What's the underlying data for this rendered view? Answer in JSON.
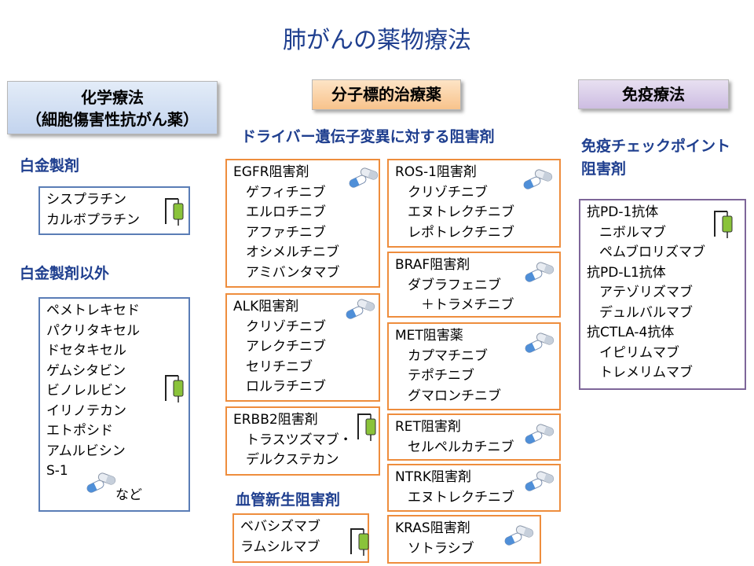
{
  "title": "肺がんの薬物療法",
  "chemo": {
    "header_lines": [
      "化学療法",
      "（細胞傷害性抗がん薬）"
    ],
    "platinum": {
      "label": "白金製剤",
      "drugs": [
        "シスプラチン",
        "カルボプラチン"
      ]
    },
    "non_platinum": {
      "label": "白金製剤以外",
      "drugs": [
        "ペメトレキセド",
        "パクリタキセル",
        "ドセタキセル",
        "ゲムシタビン",
        "ビノレルビン",
        "イリノテカン",
        "エトポシド",
        "アムルビシン",
        "S-1"
      ],
      "note": "など"
    }
  },
  "targeted": {
    "header": "分子標的治療薬",
    "subtitle": "ドライバー遺伝子変異に対する阻害剤",
    "egfr": {
      "title": "EGFR阻害剤",
      "drugs": [
        "ゲフィチニブ",
        "エルロチニブ",
        "アファチニブ",
        "オシメルチニブ",
        "アミバンタマブ"
      ]
    },
    "alk": {
      "title": "ALK阻害剤",
      "drugs": [
        "クリゾチニブ",
        "アレクチニブ",
        "セリチニブ",
        "ロルラチニブ"
      ]
    },
    "erbb2": {
      "title": "ERBB2阻害剤",
      "drugs": [
        "トラスツズマブ・",
        "デルクステカン"
      ]
    },
    "ros1": {
      "title": "ROS-1阻害剤",
      "drugs": [
        "クリゾチニブ",
        "エヌトレクチニブ",
        "レポトレクチニブ"
      ]
    },
    "braf": {
      "title": "BRAF阻害剤",
      "drugs": [
        "ダブラフェニブ",
        "　＋トラメチニブ"
      ]
    },
    "met": {
      "title": "MET阻害薬",
      "drugs": [
        "カプマチニブ",
        "テポチニブ",
        "グマロンチニブ"
      ]
    },
    "ret": {
      "title": "RET阻害剤",
      "drugs": [
        "セルペルカチニブ"
      ]
    },
    "ntrk": {
      "title": "NTRK阻害剤",
      "drugs": [
        "エヌトレクチニブ"
      ]
    },
    "kras": {
      "title": "KRAS阻害剤",
      "drugs": [
        "ソトラシブ"
      ]
    },
    "angio": {
      "label": "血管新生阻害剤",
      "drugs": [
        "ベバシズマブ",
        "ラムシルマブ"
      ]
    }
  },
  "immuno": {
    "header": "免疫療法",
    "subtitle_lines": [
      "免疫チェックポイント",
      "阻害剤"
    ],
    "pd1": {
      "title": "抗PD-1抗体",
      "drugs": [
        "ニボルマブ",
        "ペムブロリズマブ"
      ]
    },
    "pdl1": {
      "title": "抗PD-L1抗体",
      "drugs": [
        "アテゾリズマブ",
        "デュルバルマブ"
      ]
    },
    "ctla4": {
      "title": "抗CTLA-4抗体",
      "drugs": [
        "イピリムマブ",
        "トレメリムマブ"
      ]
    }
  },
  "icons": {
    "pill": "pill-capsule-icon",
    "iv": "iv-drip-icon"
  },
  "colors": {
    "title": "#1f3f8f",
    "chemo_border": "#5a7db6",
    "targeted_border": "#ee8d3d",
    "immuno_border": "#7e6699"
  }
}
